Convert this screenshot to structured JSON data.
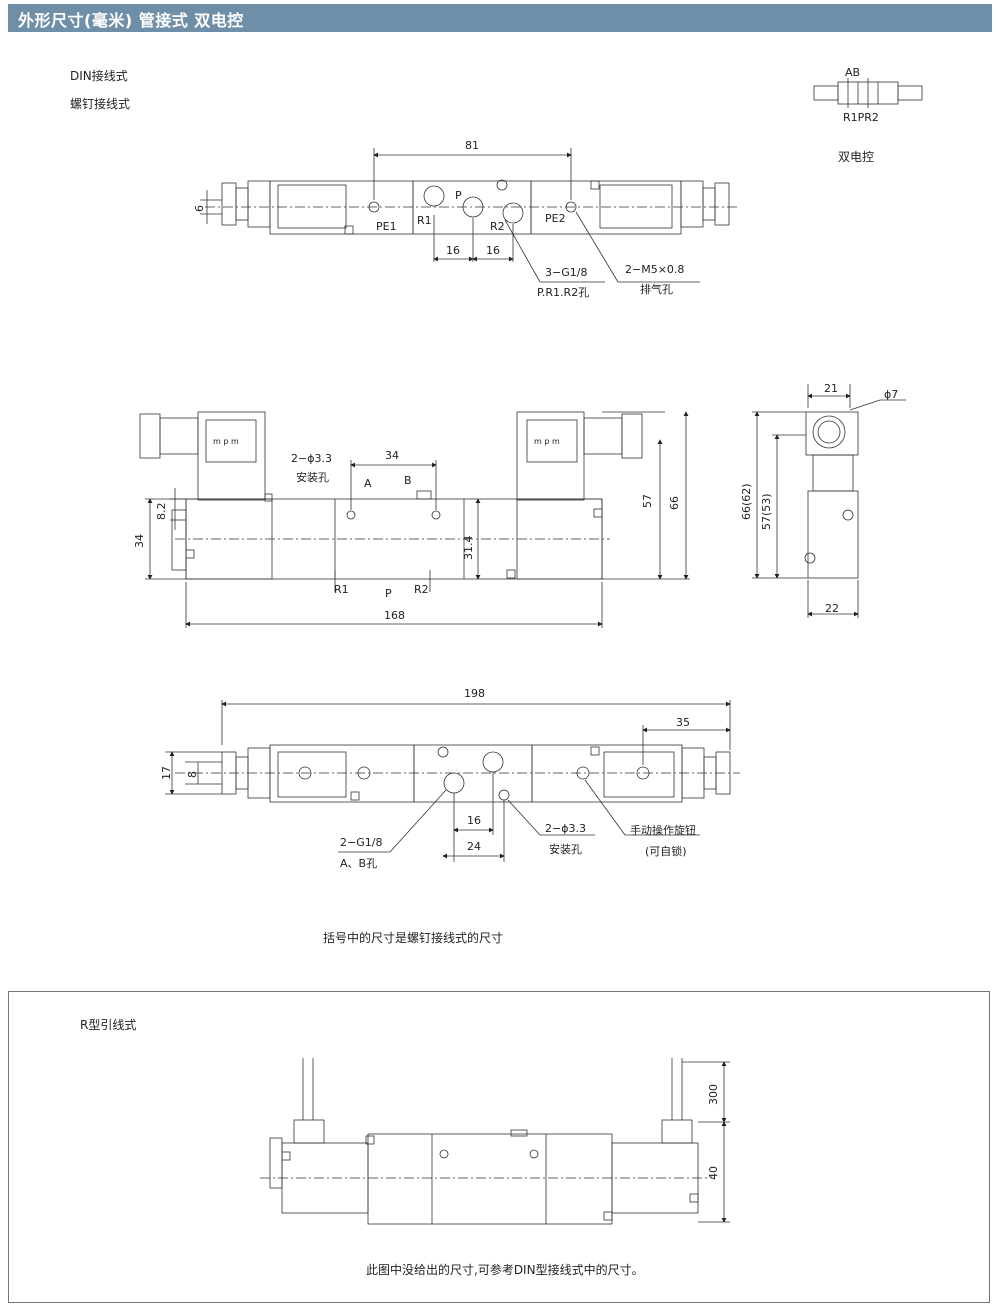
{
  "header": {
    "title": "外形尺寸(毫米)  管接式  双电控"
  },
  "notes": {
    "din": "DIN接线式",
    "screw": "螺钉接线式",
    "symbol_caption": "双电控",
    "bracket_note": "括号中的尺寸是螺钉接线式的尺寸",
    "r_type": "R型引线式",
    "r_note": "此图中没给出的尺寸,可参考DIN型接线式中的尺寸。"
  },
  "symbol": {
    "top": "AB",
    "bottom": "R1PR2"
  },
  "top_view": {
    "d81": "81",
    "d6": "6",
    "pe1": "PE1",
    "r1": "R1",
    "p": "P",
    "r2": "R2",
    "pe2": "PE2",
    "d16a": "16",
    "d16b": "16",
    "port1": "3−G1/8",
    "port1b": "P.R1.R2孔",
    "port2": "2−M5×0.8",
    "port2b": "排气孔"
  },
  "front_view": {
    "hole": "2−ϕ3.3",
    "hole_b": "安装孔",
    "d34": "34",
    "a": "A",
    "b": "B",
    "d82": "8.2",
    "d34v": "34",
    "d314": "31.4",
    "d57": "57",
    "d66": "66",
    "r1": "R1",
    "p": "P",
    "r2": "R2",
    "d168": "168",
    "coil_mark": "m p m"
  },
  "side_view": {
    "d21": "21",
    "d7": "ϕ7",
    "d66": "66(62)",
    "d57": "57(53)",
    "d22": "22"
  },
  "bottom_view": {
    "d198": "198",
    "d35": "35",
    "d17": "17",
    "d8": "8",
    "d16": "16",
    "d24": "24",
    "ab": "2−G1/8",
    "ab_b": "A、B孔",
    "hole": "2−ϕ3.3",
    "hole_b": "安装孔",
    "knob": "手动操作旋钮",
    "knob_b": "(可自锁)"
  },
  "r_view": {
    "d300": "300",
    "d40": "40"
  }
}
